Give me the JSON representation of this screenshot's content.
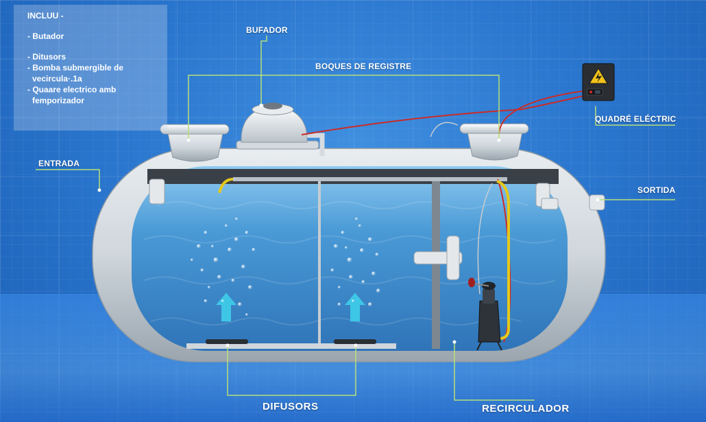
{
  "info_box": {
    "title": "INCLUU -",
    "items": [
      "- Butador",
      "- Ditusors",
      "- Bomba submergible de",
      "vecircula·.1a",
      "- Quaare electrico amb",
      "femporizador"
    ]
  },
  "labels": {
    "bufador": "BUFADOR",
    "boques_registre": "BOQUES DE REGISTRE",
    "quadre_electric": "QUADRÉ ELÉCTRIC",
    "entrada": "ENTRADA",
    "sortida": "SORTIDA",
    "difusors": "DIFUSORS",
    "recirculador": "RECIRCULADOR"
  },
  "colors": {
    "leader_line": "#b8e07a",
    "tank_shell": "#d7dde2",
    "water": "#3f8fcf",
    "cable_red": "#d0302a",
    "hose_yellow": "#e6c81a",
    "arrow_cyan": "#3ec6e6"
  },
  "icons": [
    "electrical-hazard-icon"
  ]
}
